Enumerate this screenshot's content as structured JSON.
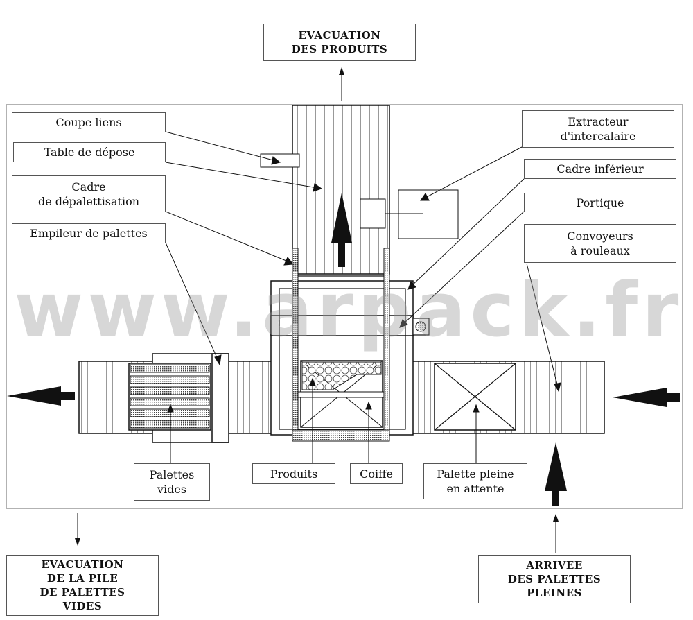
{
  "labels": {
    "evac_produits": "EVACUATION\nDES PRODUITS",
    "coupe_liens": "Coupe liens",
    "table_depose": "Table de dépose",
    "cadre_depal": "Cadre\nde dépalettisation",
    "empileur": "Empileur de palettes",
    "extracteur": "Extracteur\nd'intercalaire",
    "cadre_inf": "Cadre inférieur",
    "portique": "Portique",
    "convoyeurs": "Convoyeurs\nà rouleaux",
    "palettes_vides": "Palettes\nvides",
    "produits": "Produits",
    "coiffe": "Coiffe",
    "palette_pleine": "Palette pleine\nen attente",
    "evac_pile": "EVACUATION\nDE LA PILE\nDE PALETTES\nVIDES",
    "arrivee": "ARRIVEE\nDES PALETTES\nPLEINES"
  },
  "watermark": "www.arpack.fr",
  "colors": {
    "line": "#111111",
    "hatch": "#555555",
    "watermark": "#969696"
  },
  "icons": [
    "arrow-left-icon",
    "arrow-up-icon",
    "roller-icon"
  ]
}
